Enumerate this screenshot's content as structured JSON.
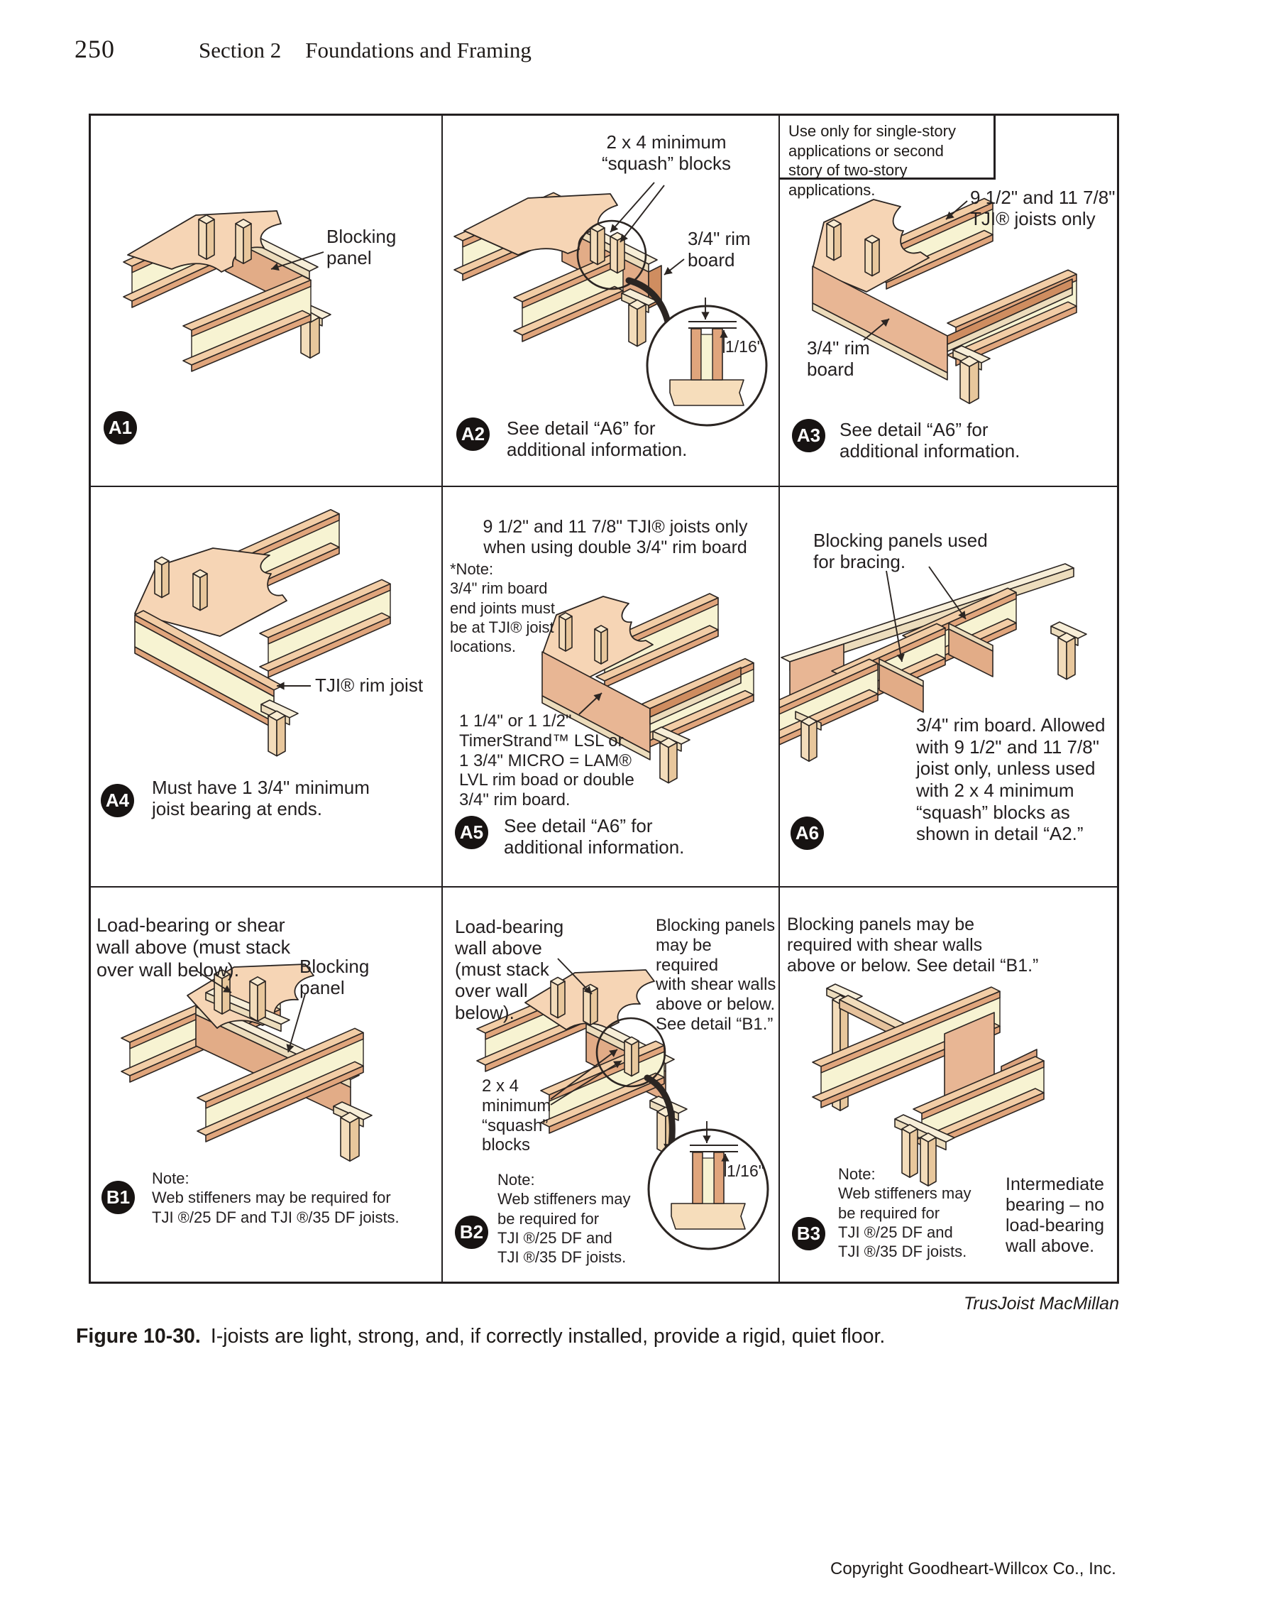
{
  "page": {
    "number": "250",
    "header_section": "Section 2",
    "header_title": "Foundations and Framing",
    "credit": "TrusJoist MacMillan",
    "figure_label": "Figure 10-30.",
    "figure_caption": "I-joists are light, strong, and, if correctly installed, provide a rigid, quiet floor.",
    "copyright": "Copyright Goodheart-Willcox Co., Inc."
  },
  "cells": {
    "a1": {
      "badge": "A1",
      "blocking_panel": "Blocking\npanel"
    },
    "a2": {
      "badge": "A2",
      "squash_blocks": "2 x 4 minimum\n“squash” blocks",
      "rim_board": "3/4\" rim\nboard",
      "gap": "1/16\"",
      "see_detail": "See detail “A6” for\nadditional information."
    },
    "a3": {
      "badge": "A3",
      "note_box": "Use only for single-story\napplications or second\nstory of two-story applications.",
      "joists_only": "9 1/2\" and 11 7/8\"\nTJI® joists only",
      "rim_board": "3/4\" rim\nboard",
      "see_detail": "See detail “A6” for\nadditional information."
    },
    "a4": {
      "badge": "A4",
      "rim_joist": "TJI® rim joist",
      "caption": "Must have 1 3/4\" minimum\njoist bearing at ends."
    },
    "a5": {
      "badge": "A5",
      "heading": "9 1/2\" and 11 7/8\" TJI® joists only\nwhen using double 3/4\" rim board",
      "note": "*Note:\n3/4\" rim board\nend joints must\nbe at TJI® joist\nlocations.",
      "lsl": "1 1/4\" or 1 1/2\"\nTimerStrand™ LSL or\n1 3/4\" MICRO = LAM®\nLVL rim boad or double\n3/4\" rim board.",
      "see_detail": "See detail “A6” for\nadditional information."
    },
    "a6": {
      "badge": "A6",
      "bracing": "Blocking panels used\nfor bracing.",
      "caption": "3/4\" rim board. Allowed\nwith 9 1/2\" and 11 7/8\"\njoist only, unless used\nwith 2 x 4 minimum\n“squash” blocks as\nshown in detail “A2.”"
    },
    "b1": {
      "badge": "B1",
      "wall_above": "Load-bearing or shear\nwall above (must stack\nover wall below).",
      "blocking_panel": "Blocking\npanel",
      "note": "Note:\nWeb stiffeners may be required for\nTJI ®/25 DF and TJI ®/35 DF joists."
    },
    "b2": {
      "badge": "B2",
      "wall_above": "Load-bearing\nwall above\n(must stack\nover wall\nbelow).",
      "blocking": "Blocking panels\nmay be required\nwith shear walls\nabove or below.\nSee detail “B1.”",
      "squash": "2 x 4\nminimum\n“squash”\nblocks",
      "gap": "1/16\"",
      "note": "Note:\nWeb stiffeners may\nbe required for\nTJI ®/25 DF and\nTJI ®/35 DF joists."
    },
    "b3": {
      "badge": "B3",
      "blocking": "Blocking panels may be\nrequired with shear walls\nabove or below. See detail “B1.”",
      "note": "Note:\nWeb stiffeners may\nbe required for\nTJI ®/25 DF and\nTJI ®/35 DF joists.",
      "bearing": "Intermediate\nbearing – no\nload-bearing\nwall above."
    }
  }
}
